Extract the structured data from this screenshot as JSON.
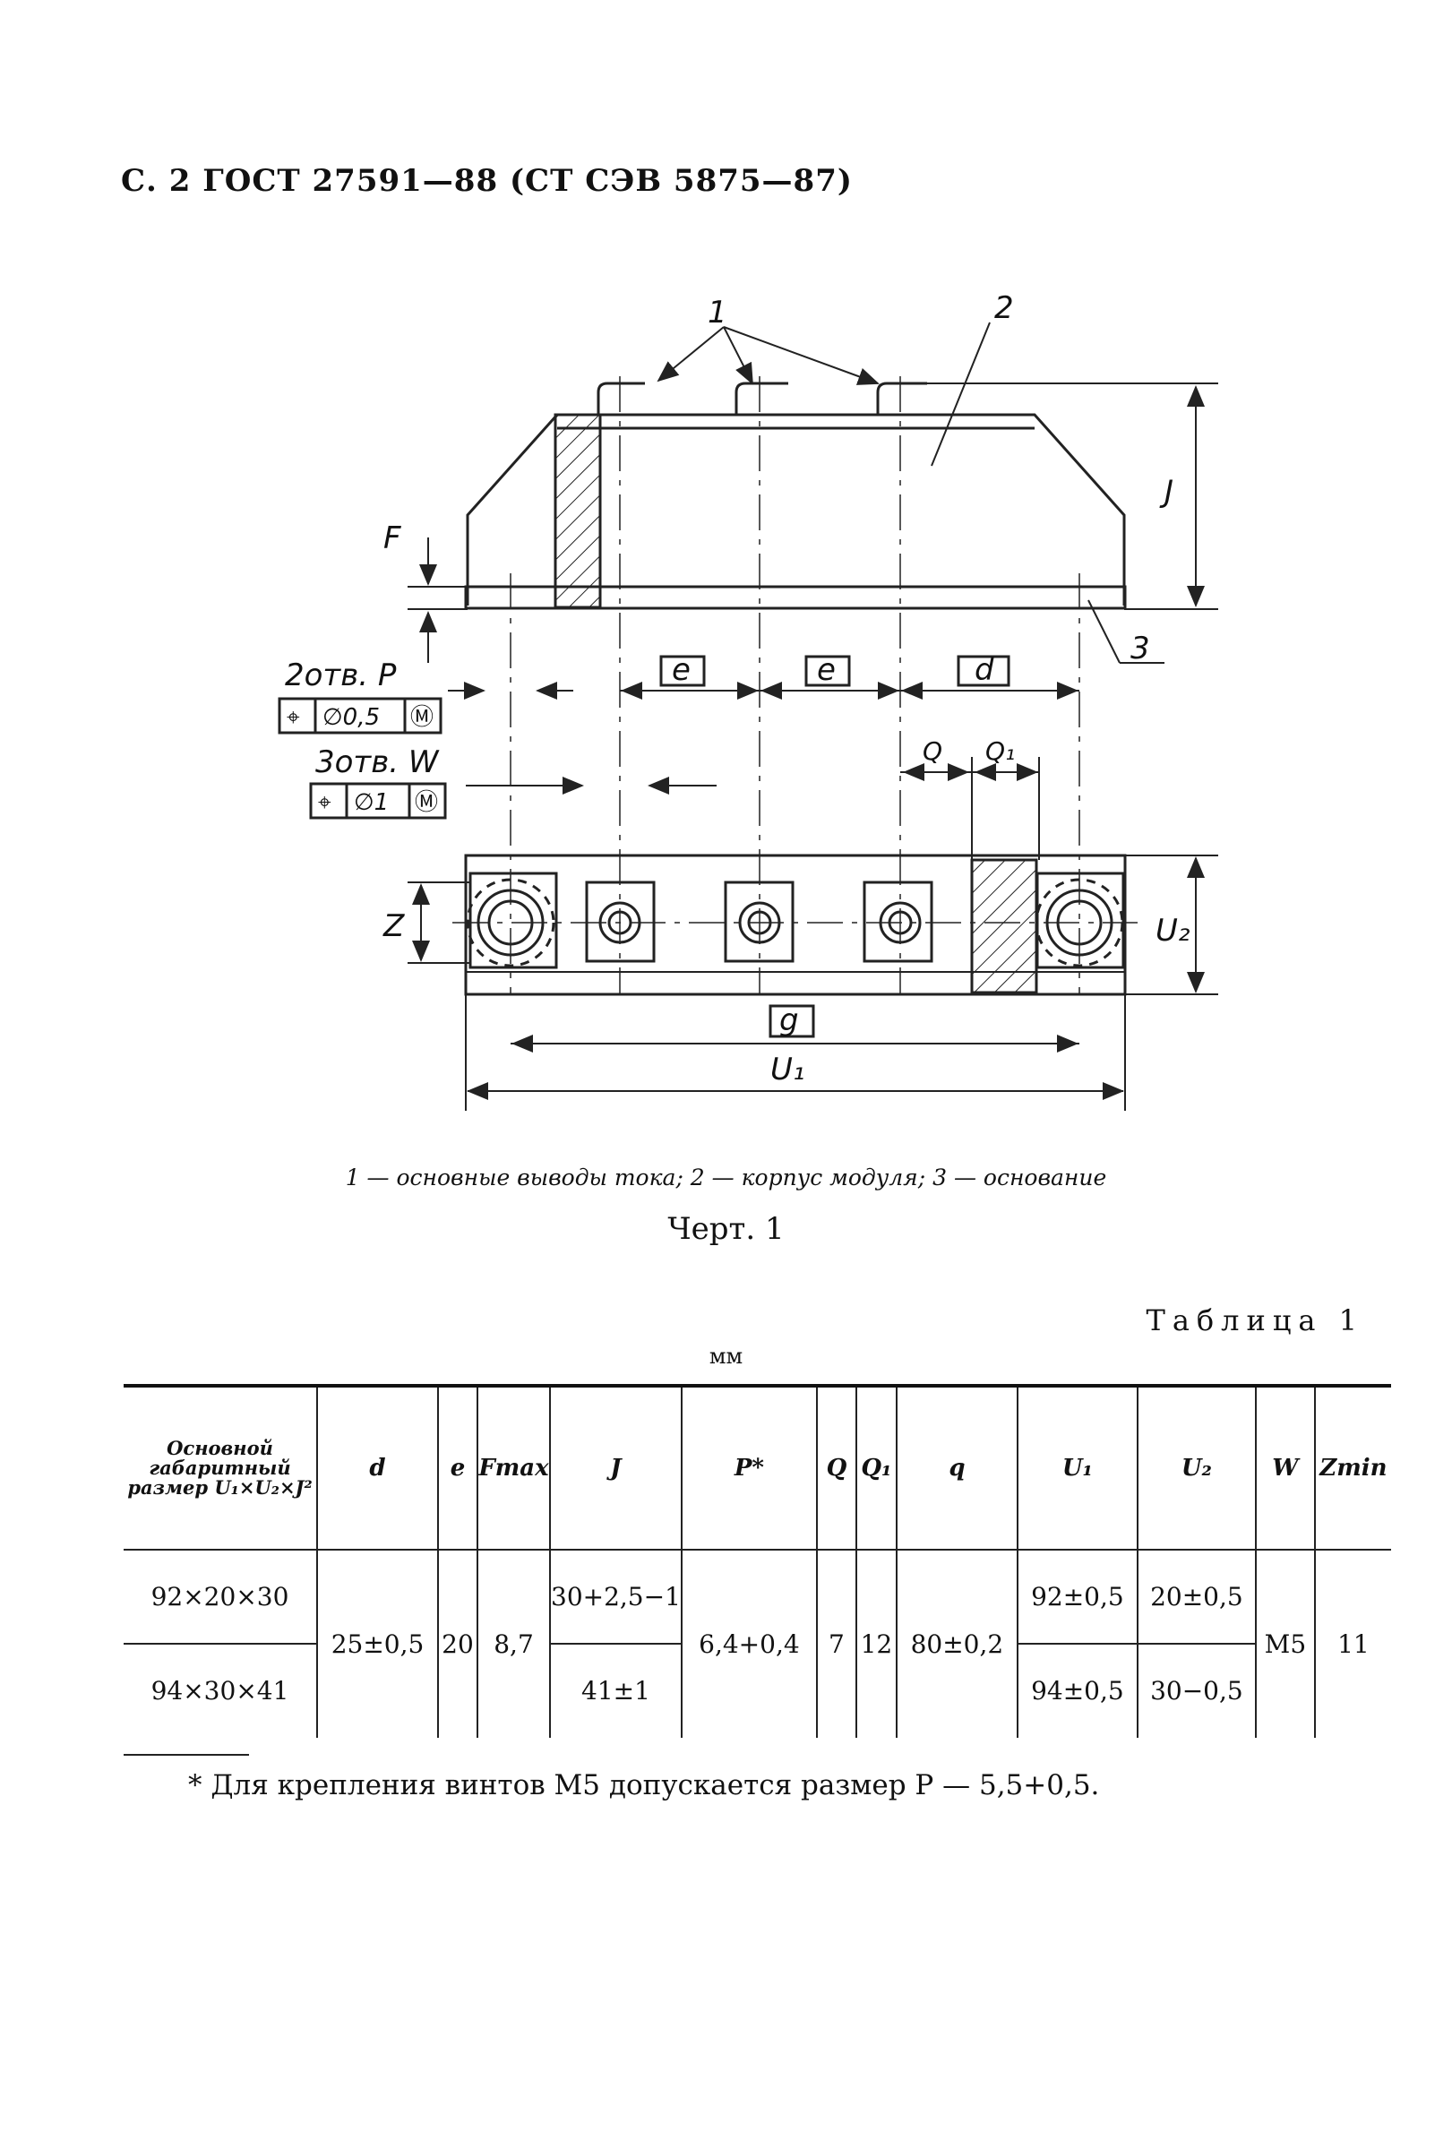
{
  "header": "С. 2 ГОСТ 27591—88 (СТ СЭВ 5875—87)",
  "drawing": {
    "callouts": [
      "1",
      "2",
      "3"
    ],
    "dims": {
      "F": "F",
      "J": "J",
      "e1": "e",
      "e2": "e",
      "d": "d",
      "Q": "Q",
      "Q1": "Q₁",
      "Z": "Z",
      "U2": "U₂",
      "g": "g",
      "U1": "U₁"
    },
    "holes_p": {
      "label": "2отв. P",
      "frame": [
        "⌖",
        "∅0,5",
        "Ⓜ"
      ]
    },
    "holes_w": {
      "label": "3отв. W",
      "frame": [
        "⌖",
        "∅1",
        "Ⓜ"
      ]
    }
  },
  "caption": "1 — основные выводы тока; 2 — корпус модуля; 3 — основание",
  "figure_title": "Черт. 1",
  "table_label": "Таблица 1",
  "units": "мм",
  "table": {
    "headers": [
      "Основной габаритный размер U₁×U₂×J²",
      "d",
      "e",
      "Fmax",
      "J",
      "P*",
      "Q",
      "Q₁",
      "q",
      "U₁",
      "U₂",
      "W",
      "Zmin"
    ],
    "row_top": {
      "size": "92×20×30",
      "J": "30+2,5−1",
      "U1": "92±0,5",
      "U2": "20±0,5"
    },
    "row_bottom": {
      "size": "94×30×41",
      "J": "41±1",
      "U1": "94±0,5",
      "U2": "30−0,5"
    },
    "shared": {
      "d": "25±0,5",
      "e": "20",
      "Fmax": "8,7",
      "P": "6,4+0,4",
      "Q": "7",
      "Q1": "12",
      "q": "80±0,2",
      "W": "М5",
      "Zmin": "11"
    }
  },
  "footnote": "* Для крепления винтов М5 допускается размер P — 5,5+0,5."
}
